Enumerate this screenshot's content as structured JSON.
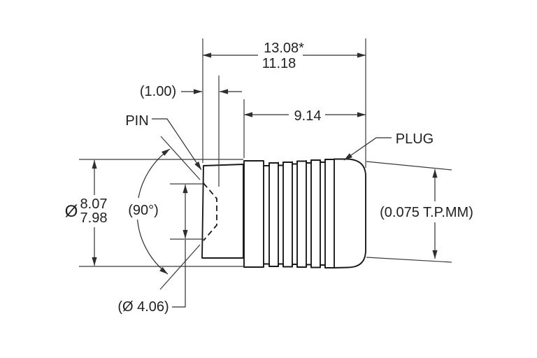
{
  "drawing": {
    "kind": "plug-and-pin dimensioned engineering drawing",
    "labels": {
      "pin": "PIN",
      "plug": "PLUG"
    },
    "dimensions": {
      "overall_length_primary": "13.08*",
      "overall_length_secondary": "11.18",
      "pin_recess_depth": "(1.00)",
      "plug_body_length": "9.14",
      "diameter_symbol": "Ø",
      "outer_diameter_upper": "8.07",
      "outer_diameter_lower": "7.98",
      "countersink_angle": "(90°)",
      "taper_note": "(0.075 T.P.MM)",
      "pin_hole_diameter": "(Ø 4.06)"
    },
    "colors": {
      "background": "#ffffff",
      "object_line": "#1a1a1a",
      "dimension_line": "#2e2e2e",
      "text": "#1f1f1f"
    }
  }
}
